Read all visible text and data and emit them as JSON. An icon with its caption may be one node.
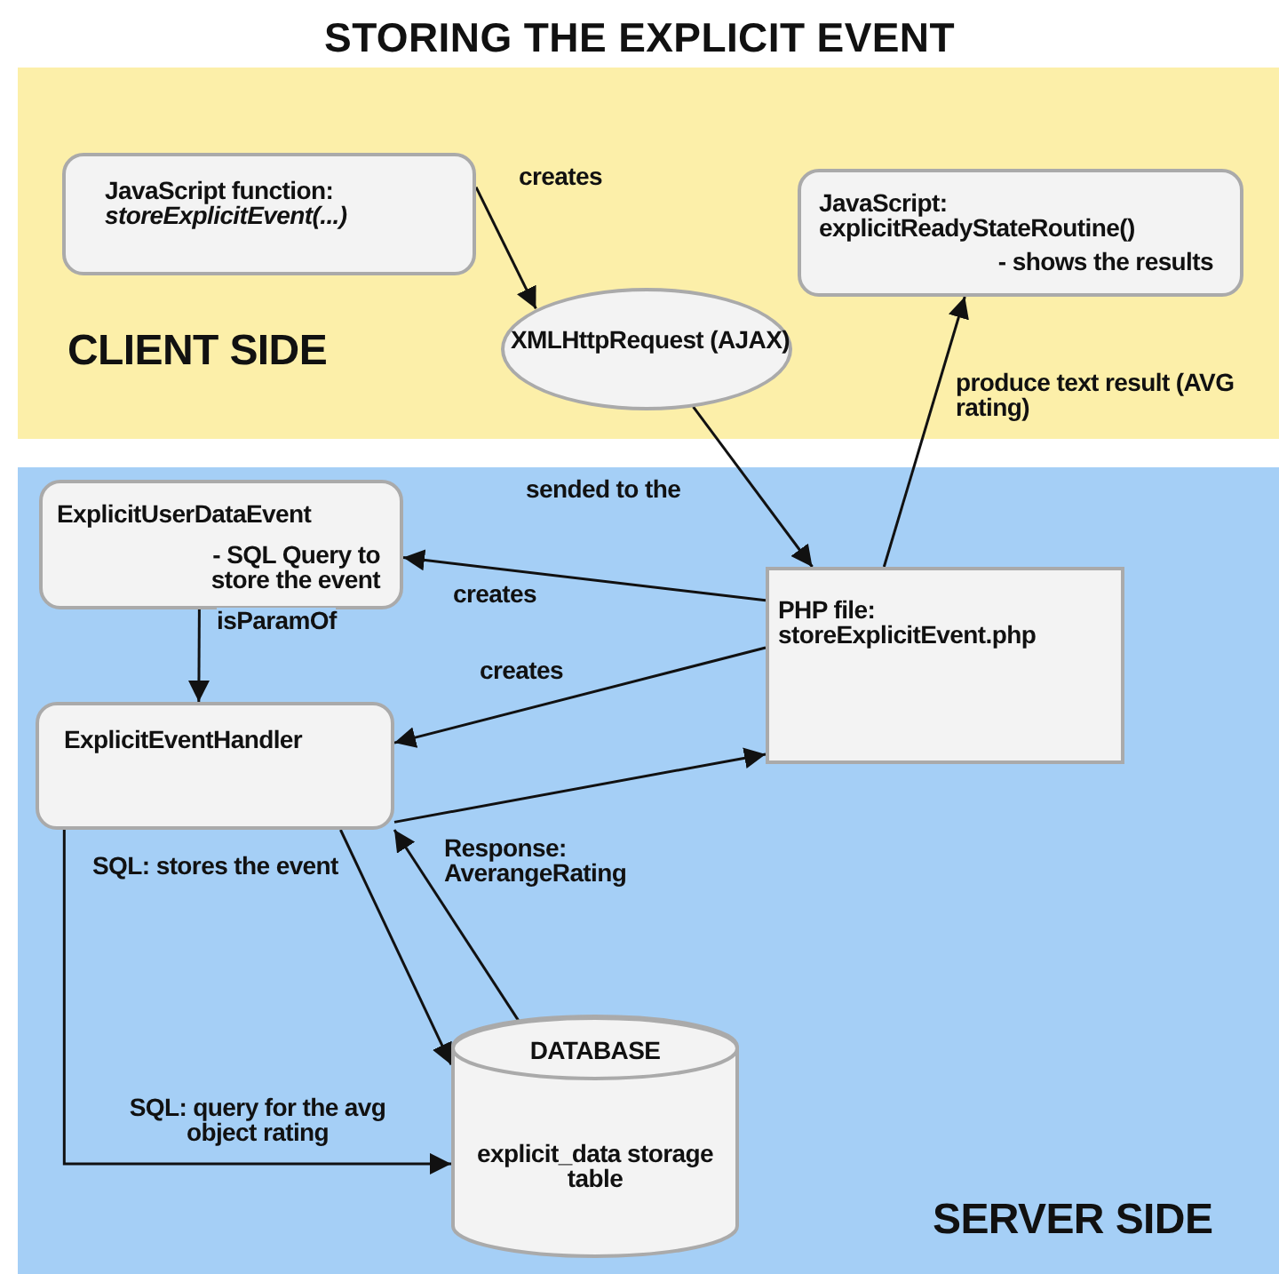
{
  "diagram": {
    "title": "STORING THE EXPLICIT EVENT",
    "nodes": [
      {
        "text": [
          "CLIENT SIDE"
        ]
      },
      {
        "text": [
          "JavaScript function: *storeExplicitEvent(...)*"
        ],
        "in": 0
      },
      {
        "text": [
          "XMLHttpRequest (AJAX)"
        ],
        "in": 0
      },
      {
        "text": [
          "JavaScript: explicitReadyStateRoutine()",
          "- shows the results"
        ],
        "in": 0
      },
      {
        "text": [
          "SERVER SIDE"
        ]
      },
      {
        "text": [
          "ExplicitUserDataEvent",
          "- SQL Query to store the event"
        ],
        "in": 4
      },
      {
        "text": [
          "ExplicitEventHandler"
        ],
        "in": 4
      },
      {
        "text": [
          "PHP file: storeExplicitEvent.php"
        ],
        "in": 4
      },
      {
        "text": [
          "DATABASE",
          "explicit_data storage table"
        ],
        "in": 4
      }
    ],
    "edges": [
      {
        "from": 1,
        "to": 2,
        "arrow": "to",
        "label": "creates"
      },
      {
        "from": 2,
        "to": 7,
        "arrow": "to",
        "label": "sended to the"
      },
      {
        "from": 7,
        "to": 3,
        "arrow": "to",
        "label": "produce text result (AVG rating)"
      },
      {
        "from": 7,
        "to": 5,
        "arrow": "to",
        "label": "creates"
      },
      {
        "from": 7,
        "to": 6,
        "arrow": "to",
        "label": "creates"
      },
      {
        "from": 5,
        "to": 6,
        "arrow": "to",
        "label": "isParamOf"
      },
      {
        "from": 6,
        "to": 7,
        "arrow": "to"
      },
      {
        "from": 6,
        "to": 8,
        "arrow": "to",
        "label": "SQL: stores the event"
      },
      {
        "from": 6,
        "to": 8,
        "arrow": "to",
        "label": "SQL: query for the avg object rating"
      },
      {
        "from": 8,
        "to": 6,
        "arrow": "to",
        "label": "Response: AverangeRating"
      }
    ]
  }
}
